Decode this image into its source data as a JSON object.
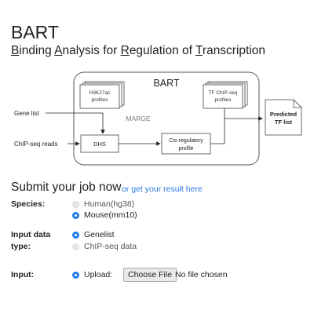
{
  "header": {
    "title": "BART",
    "subtitle_parts": [
      {
        "u": "B",
        "rest": "inding "
      },
      {
        "u": "A",
        "rest": "nalysis for "
      },
      {
        "u": "R",
        "rest": "egulation of "
      },
      {
        "u": "T",
        "rest": "ranscription"
      }
    ]
  },
  "diagram": {
    "box_title": "BART",
    "h3k27ac": [
      "H3K27ac",
      "profiles"
    ],
    "tf_chipseq": [
      "TF ChIP-seq",
      "profiles"
    ],
    "marge": "MARGE",
    "dhs": "DHS",
    "cis": [
      "Cis-regulatory",
      "profile"
    ],
    "gene_list": "Gene list",
    "chipseq_reads": "ChIP-seq reads",
    "output": [
      "Predicted",
      "TF list"
    ]
  },
  "form": {
    "title": "Submit your job now",
    "result_link": "or get your result here",
    "species_label": "Species:",
    "species_options": [
      {
        "label": "Human(hg38)",
        "checked": false
      },
      {
        "label": "Mouse(mm10)",
        "checked": true
      }
    ],
    "input_type_label_1": "Input data",
    "input_type_label_2": "type:",
    "input_type_options": [
      {
        "label": "Genelist",
        "checked": true
      },
      {
        "label": "ChIP-seq data",
        "checked": false
      }
    ],
    "input_label": "Input:",
    "upload_label": "Upload:",
    "choose_file": "Choose File",
    "no_file": "No file chosen"
  },
  "colors": {
    "accent": "#1e7fe8",
    "link": "#2a7ae2"
  }
}
